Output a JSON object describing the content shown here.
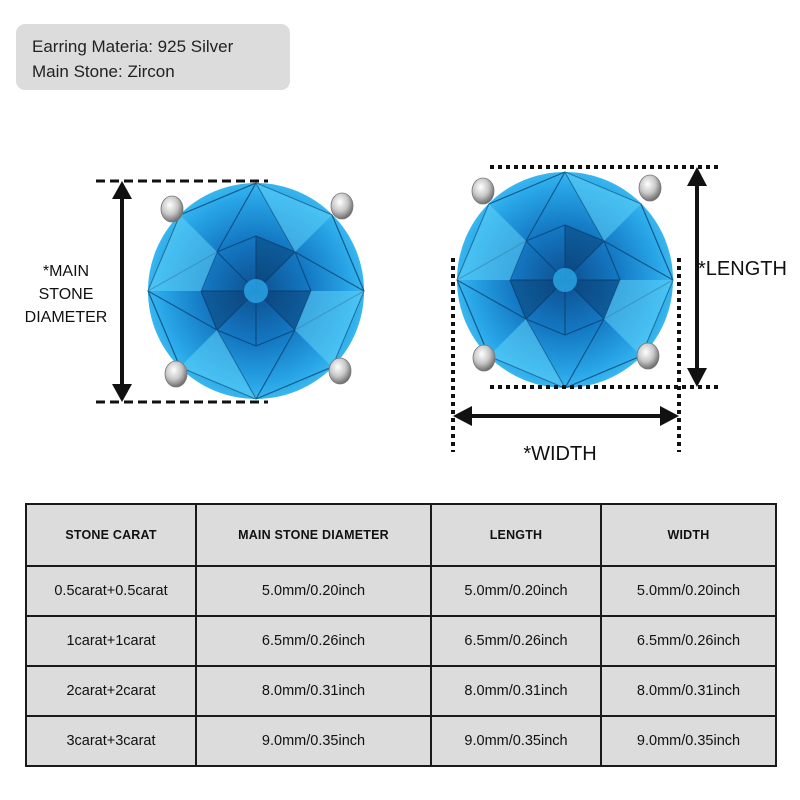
{
  "specs": {
    "material": "Earring Materia: 925 Silver",
    "stone": "Main Stone: Zircon"
  },
  "diagram": {
    "diameter_label_lines": [
      "*MAIN",
      "STONE",
      "DIAMETER"
    ],
    "length_label": "*LENGTH",
    "width_label": "*WIDTH",
    "colors": {
      "gem_dark": "#0a5a9c",
      "gem_mid": "#1a8fd6",
      "gem_light": "#4cc6f5",
      "prong": "#c9c9c9",
      "line": "#111111"
    }
  },
  "table": {
    "headers": [
      "STONE CARAT",
      "MAIN STONE DIAMETER",
      "LENGTH",
      "WIDTH"
    ],
    "rows": [
      [
        "0.5carat+0.5carat",
        "5.0mm/0.20inch",
        "5.0mm/0.20inch",
        "5.0mm/0.20inch"
      ],
      [
        "1carat+1carat",
        "6.5mm/0.26inch",
        "6.5mm/0.26inch",
        "6.5mm/0.26inch"
      ],
      [
        "2carat+2carat",
        "8.0mm/0.31inch",
        "8.0mm/0.31inch",
        "8.0mm/0.31inch"
      ],
      [
        "3carat+3carat",
        "9.0mm/0.35inch",
        "9.0mm/0.35inch",
        "9.0mm/0.35inch"
      ]
    ]
  }
}
